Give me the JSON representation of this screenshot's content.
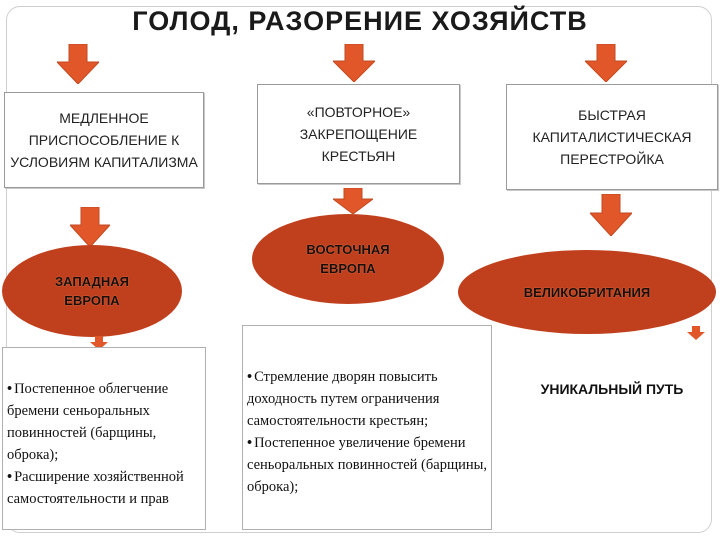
{
  "title": "ГОЛОД, РАЗОРЕНИЕ  ХОЗЯЙСТВ",
  "colors": {
    "accent": "#c0401e",
    "arrow": "#e2572a"
  },
  "columns": [
    {
      "box_lines": [
        "МЕДЛЕННОЕ",
        "ПРИСПОСОБЛЕНИЕ К",
        "УСЛОВИЯМ КАПИТАЛИЗМА"
      ],
      "region_lines": [
        "ЗАПАДНАЯ",
        "ЕВРОПА"
      ],
      "details": [
        "Постепенное облегчение бремени сеньоральных повинностей (барщины, оброка);",
        "Расширение хозяйственной самостоятельности и прав"
      ]
    },
    {
      "box_lines": [
        "«ПОВТОРНОЕ»",
        "ЗАКРЕПОЩЕНИЕ",
        "КРЕСТЬЯН"
      ],
      "region_lines": [
        "ВОСТОЧНАЯ",
        "ЕВРОПА"
      ],
      "details": [
        "Стремление дворян повысить доходность путем ограничения самостоятельности крестьян;",
        "Постепенное увеличение бремени сеньоральных повинностей (барщины, оброка);"
      ]
    },
    {
      "box_lines": [
        "БЫСТРАЯ",
        "КАПИТАЛИСТИЧЕСКАЯ",
        "ПЕРЕСТРОЙКА"
      ],
      "region_lines": [
        "ВЕЛИКОБРИТАНИЯ"
      ],
      "details_text": "УНИКАЛЬНЫЙ ПУТЬ"
    }
  ]
}
